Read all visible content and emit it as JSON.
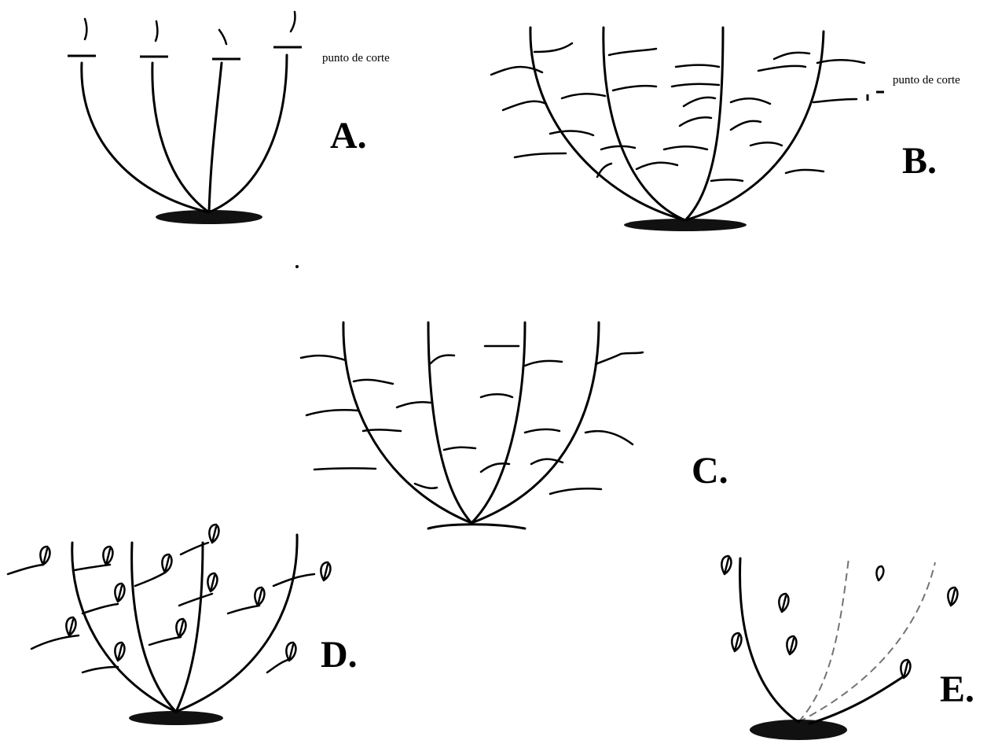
{
  "panels": {
    "a": {
      "label": "A."
    },
    "b": {
      "label": "B."
    },
    "c": {
      "label": "C."
    },
    "d": {
      "label": "D."
    },
    "e": {
      "label": "E."
    }
  },
  "annotations": {
    "cut_point_a": "punto de corte",
    "cut_point_b": "punto de corte"
  }
}
